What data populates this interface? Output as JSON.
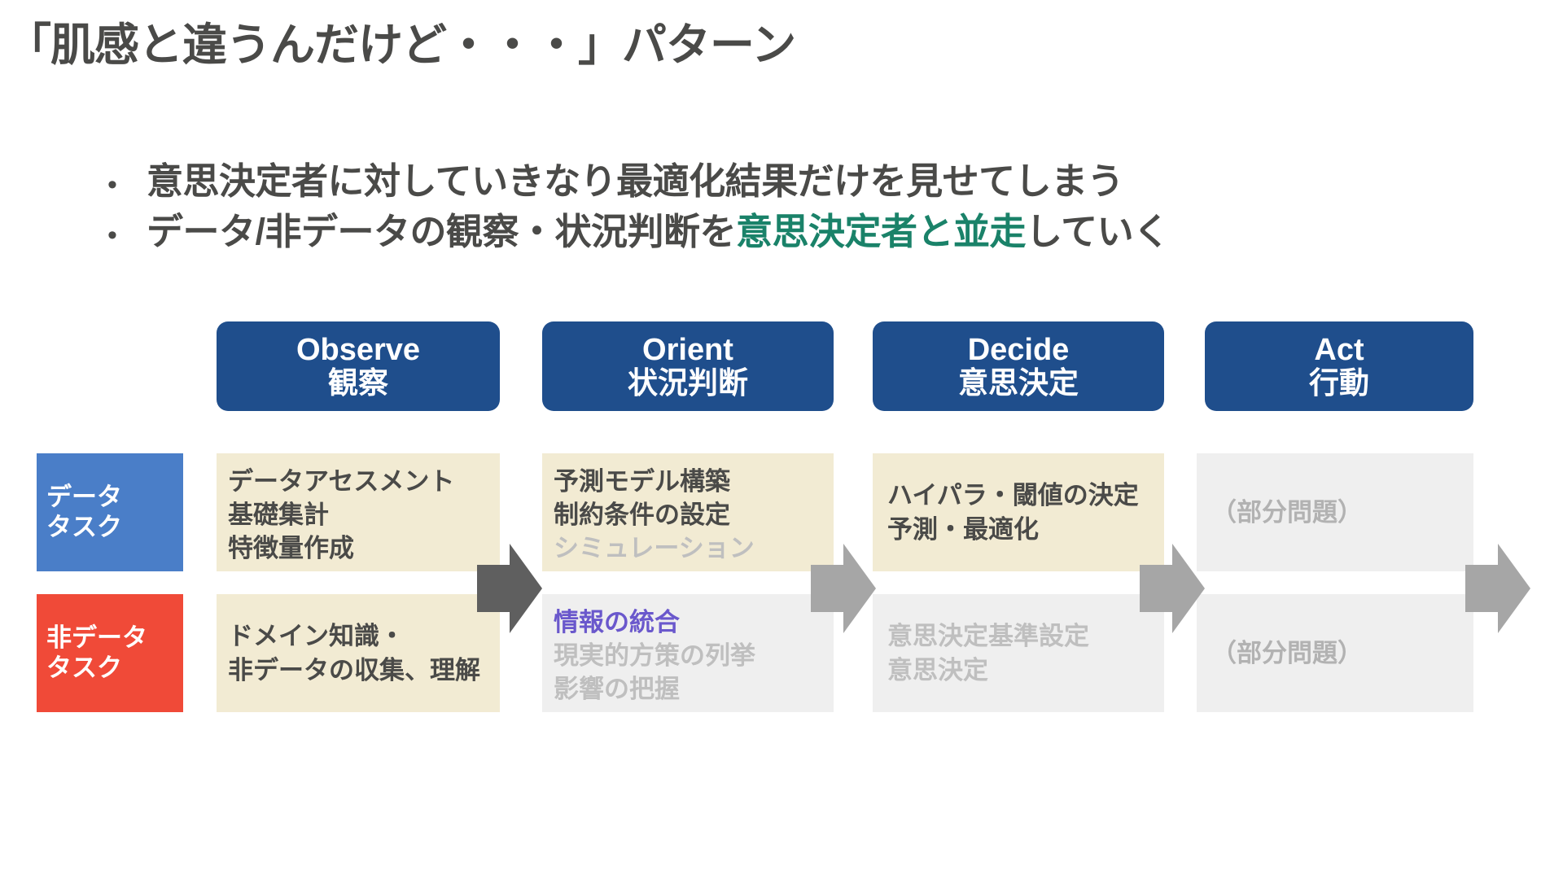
{
  "slide": {
    "title": "「肌感と違うんだけど・・・」パターン",
    "bullets": [
      {
        "marker": "•",
        "text": "意思決定者に対していきなり最適化結果だけを見せてしまう"
      },
      {
        "marker": "•",
        "pre": "データ/非データの観察・状況判断を",
        "highlight": "意思決定者と並走",
        "post": "していく"
      }
    ]
  },
  "colors": {
    "title_text": "#4A4A48",
    "highlight_green": "#1A8269",
    "phase_header_blue": "#1F4E8C",
    "data_label_blue": "#4A7EC8",
    "nondata_label_red": "#F04A38",
    "cell_cream": "#F2EBD3",
    "cell_gray": "#EFEFEF",
    "muted_text": "#BFBFBF",
    "purple_text": "#6A58CC",
    "arrow_dark": "#5F5F5F",
    "arrow_light": "#A6A6A6"
  },
  "ooda": {
    "phases": [
      {
        "en": "Observe",
        "ja": "観察"
      },
      {
        "en": "Orient",
        "ja": "状況判断"
      },
      {
        "en": "Decide",
        "ja": "意思決定"
      },
      {
        "en": "Act",
        "ja": "行動"
      }
    ],
    "row_labels": [
      {
        "line1": "データ",
        "line2": "タスク"
      },
      {
        "line1": "非データ",
        "line2": "タスク"
      }
    ],
    "rows": [
      {
        "key": "data-task",
        "cells": [
          {
            "style": "cream",
            "align": "top",
            "lines": [
              {
                "text": "データアセスメント",
                "tone": "normal"
              },
              {
                "text": "基礎集計",
                "tone": "normal"
              },
              {
                "text": "特徴量作成",
                "tone": "normal"
              }
            ]
          },
          {
            "style": "cream",
            "align": "top",
            "lines": [
              {
                "text": "予測モデル構築",
                "tone": "normal"
              },
              {
                "text": "制約条件の設定",
                "tone": "normal"
              },
              {
                "text": "シミュレーション",
                "tone": "muted"
              }
            ]
          },
          {
            "style": "cream",
            "align": "mid",
            "lines": [
              {
                "text": "ハイパラ・閾値の決定",
                "tone": "normal"
              },
              {
                "text": "予測・最適化",
                "tone": "normal"
              }
            ]
          },
          {
            "style": "gray",
            "align": "mid",
            "lines": [
              {
                "text": "（部分問題）",
                "tone": "plain"
              }
            ]
          }
        ]
      },
      {
        "key": "non-data-task",
        "cells": [
          {
            "style": "cream",
            "align": "mid",
            "lines": [
              {
                "text": "ドメイン知識・",
                "tone": "normal"
              },
              {
                "text": "非データの収集、理解",
                "tone": "normal"
              }
            ]
          },
          {
            "style": "gray",
            "align": "top",
            "lines": [
              {
                "text": "情報の統合",
                "tone": "purple"
              },
              {
                "text": "現実的方策の列挙",
                "tone": "muted"
              },
              {
                "text": "影響の把握",
                "tone": "muted"
              }
            ]
          },
          {
            "style": "gray",
            "align": "mid",
            "lines": [
              {
                "text": "意思決定基準設定",
                "tone": "muted"
              },
              {
                "text": "意思決定",
                "tone": "muted"
              }
            ]
          },
          {
            "style": "gray",
            "align": "mid",
            "lines": [
              {
                "text": "（部分問題）",
                "tone": "plain"
              }
            ]
          }
        ]
      }
    ],
    "arrows": [
      {
        "name": "arrow-observe-to-orient",
        "tone": "dark"
      },
      {
        "name": "arrow-orient-to-decide",
        "tone": "light"
      },
      {
        "name": "arrow-decide-to-act",
        "tone": "light"
      },
      {
        "name": "arrow-act-onward",
        "tone": "light"
      }
    ]
  }
}
